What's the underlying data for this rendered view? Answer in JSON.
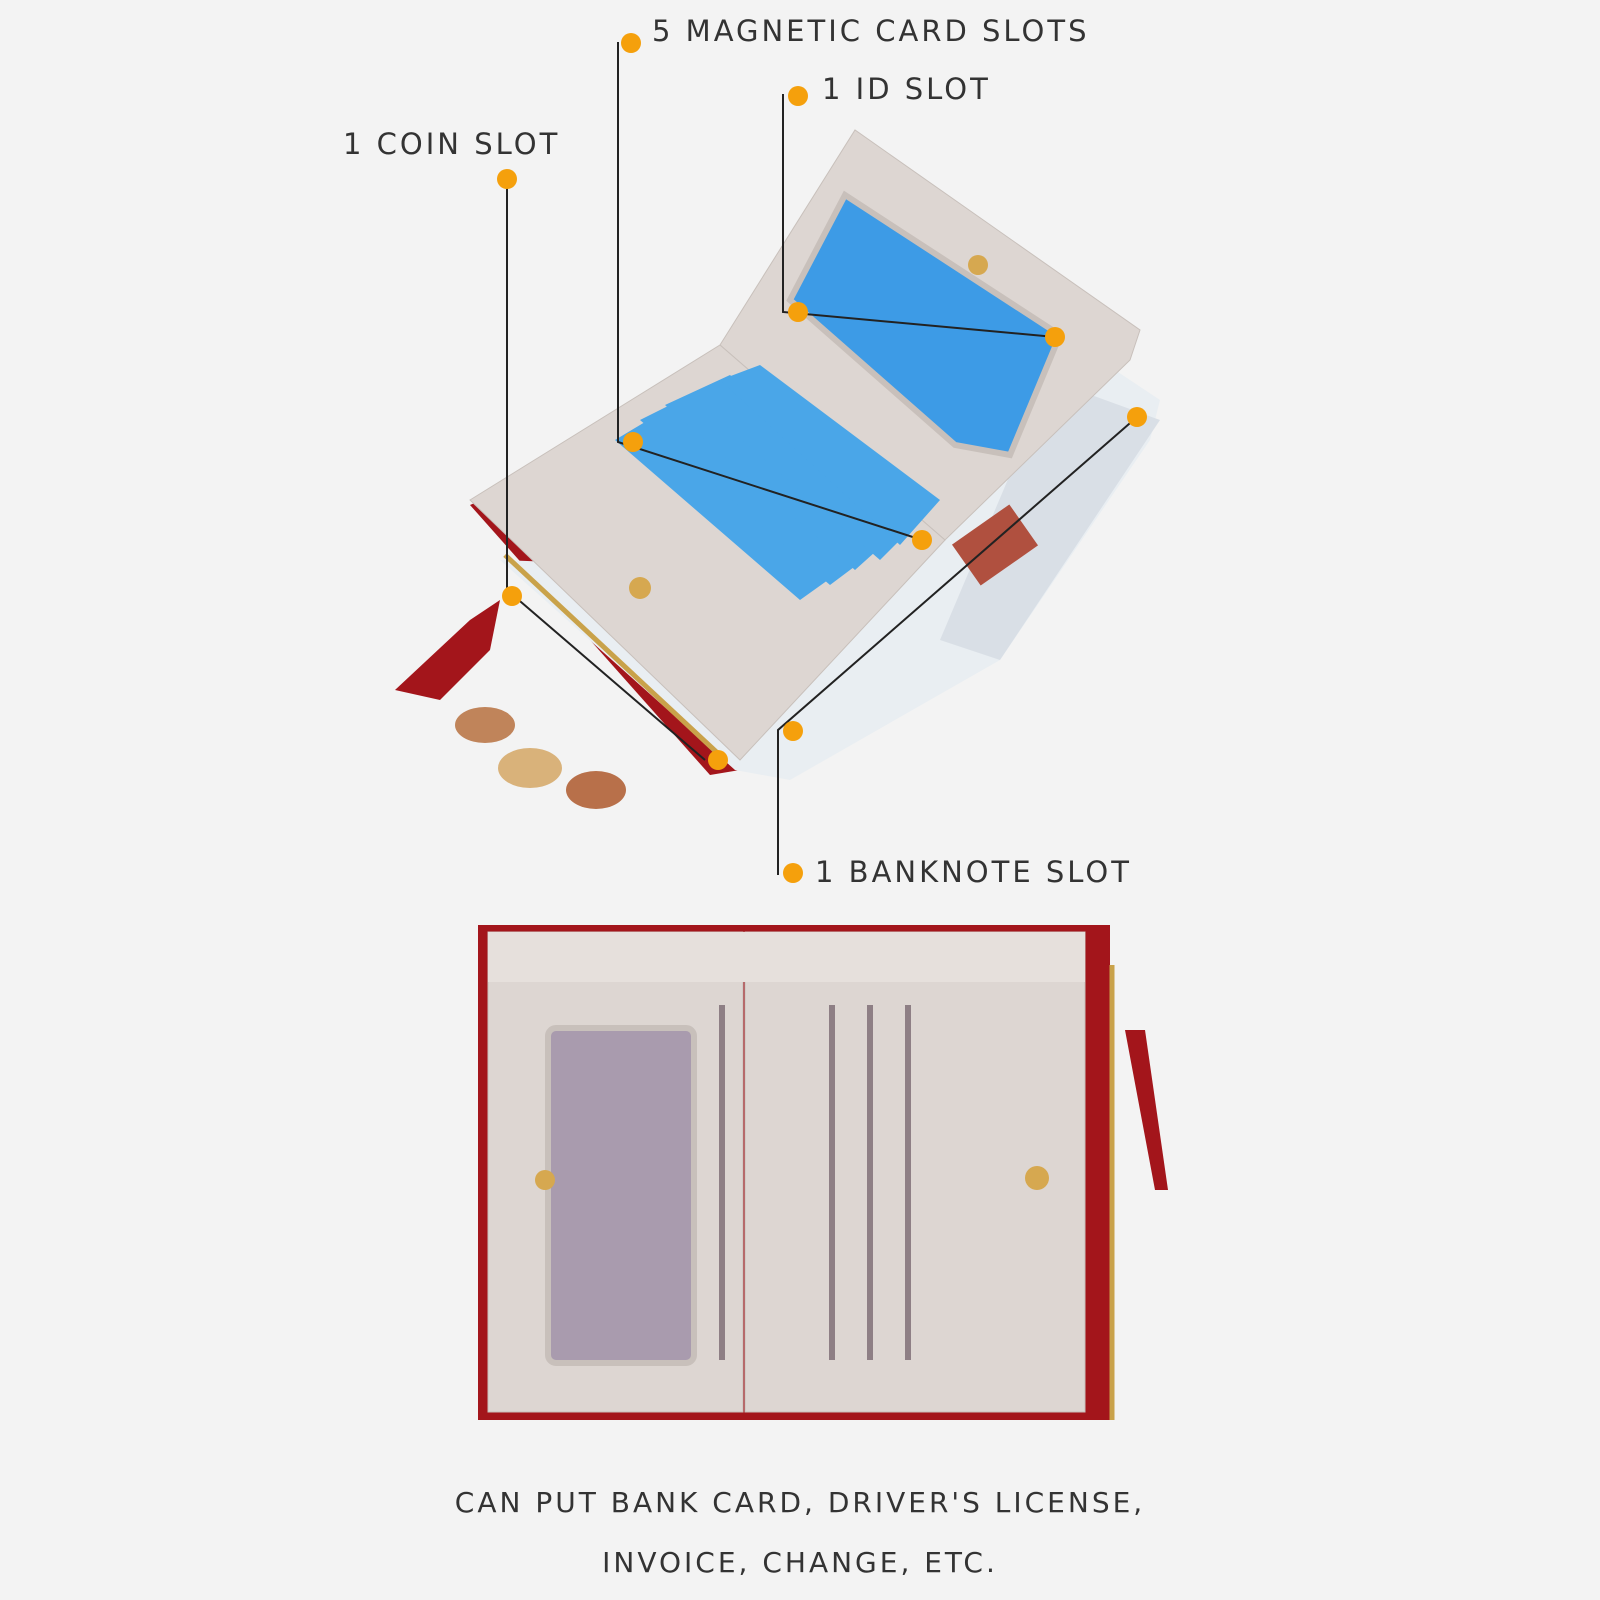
{
  "callouts": {
    "magnetic": "5 MAGNETIC CARD SLOTS",
    "id": "1 ID SLOT",
    "coin": "1 COIN SLOT",
    "banknote": "1 BANKNOTE SLOT"
  },
  "caption": {
    "line1": "CAN PUT BANK CARD, DRIVER'S LICENSE,",
    "line2": "INVOICE, CHANGE, ETC."
  },
  "colors": {
    "dot": "#f5a00c",
    "leather": "#ddd6d2",
    "accent": "#a3151b",
    "card": "#4aa6e8"
  }
}
